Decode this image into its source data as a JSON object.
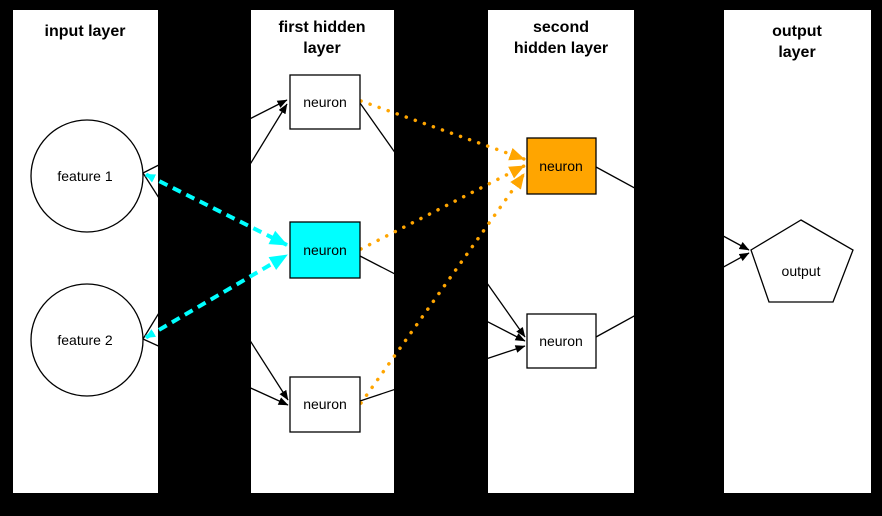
{
  "colors": {
    "background": "#000000",
    "panel": "#ffffff",
    "node_border": "#000000",
    "black_edge": "#000000",
    "cyan_edge": "#00ffff",
    "cyan_fill": "#00ffff",
    "orange_edge": "#ffa500",
    "orange_fill": "#ffa500"
  },
  "layers": {
    "input": {
      "title": "input layer",
      "nodes": [
        {
          "label": "feature 1",
          "shape": "circle",
          "fill": "white"
        },
        {
          "label": "feature 2",
          "shape": "circle",
          "fill": "white"
        }
      ]
    },
    "hidden1": {
      "title": "first hidden\nlayer",
      "nodes": [
        {
          "label": "neuron",
          "shape": "rect",
          "fill": "white"
        },
        {
          "label": "neuron",
          "shape": "rect",
          "fill": "cyan"
        },
        {
          "label": "neuron",
          "shape": "rect",
          "fill": "white"
        }
      ]
    },
    "hidden2": {
      "title": "second\nhidden layer",
      "nodes": [
        {
          "label": "neuron",
          "shape": "rect",
          "fill": "orange"
        },
        {
          "label": "neuron",
          "shape": "rect",
          "fill": "white"
        }
      ]
    },
    "output": {
      "title": "output layer",
      "nodes": [
        {
          "label": "output",
          "shape": "pentagon",
          "fill": "white"
        }
      ]
    }
  },
  "connections": [
    {
      "from": "feature 1",
      "to": "first hidden layer top neuron",
      "style": "solid",
      "color": "black"
    },
    {
      "from": "feature 2",
      "to": "first hidden layer top neuron",
      "style": "solid",
      "color": "black"
    },
    {
      "from": "feature 1",
      "to": "first hidden layer bottom neuron",
      "style": "solid",
      "color": "black"
    },
    {
      "from": "feature 2",
      "to": "first hidden layer bottom neuron",
      "style": "solid",
      "color": "black"
    },
    {
      "from": "feature 1",
      "to": "first hidden layer middle neuron (cyan)",
      "style": "dashed-bidirectional",
      "color": "cyan"
    },
    {
      "from": "feature 2",
      "to": "first hidden layer middle neuron (cyan)",
      "style": "dashed-bidirectional",
      "color": "cyan"
    },
    {
      "from": "first hidden layer top neuron",
      "to": "second hidden layer top neuron (orange)",
      "style": "dotted",
      "color": "orange"
    },
    {
      "from": "first hidden layer middle neuron (cyan)",
      "to": "second hidden layer top neuron (orange)",
      "style": "dotted",
      "color": "orange"
    },
    {
      "from": "first hidden layer bottom neuron",
      "to": "second hidden layer top neuron (orange)",
      "style": "dotted",
      "color": "orange"
    },
    {
      "from": "first hidden layer top neuron",
      "to": "second hidden layer bottom neuron",
      "style": "solid",
      "color": "black"
    },
    {
      "from": "first hidden layer middle neuron (cyan)",
      "to": "second hidden layer bottom neuron",
      "style": "solid",
      "color": "black"
    },
    {
      "from": "first hidden layer bottom neuron",
      "to": "second hidden layer bottom neuron",
      "style": "solid",
      "color": "black"
    },
    {
      "from": "second hidden layer top neuron (orange)",
      "to": "output",
      "style": "solid",
      "color": "black"
    },
    {
      "from": "second hidden layer bottom neuron",
      "to": "output",
      "style": "solid",
      "color": "black"
    }
  ]
}
